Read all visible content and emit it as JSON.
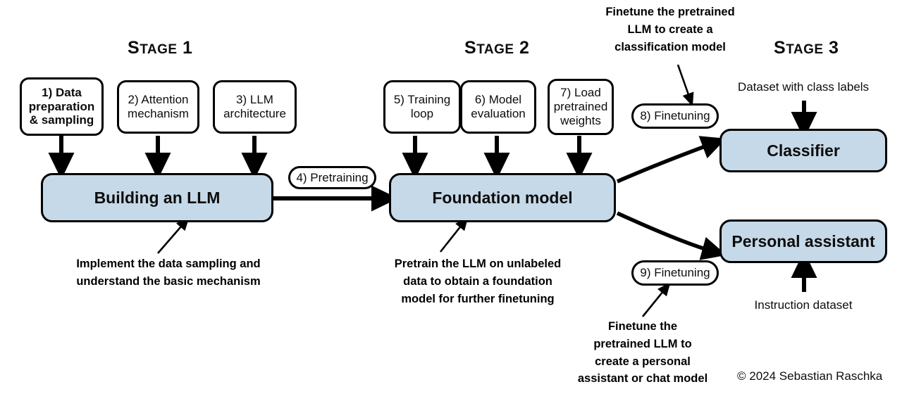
{
  "diagram": {
    "title": "Building an LLM — three stage roadmap",
    "colors": {
      "box_fill_blue": "#c6d9e8",
      "stroke": "#000000",
      "background": "#ffffff",
      "text": "#0d0d0d"
    },
    "stages": [
      {
        "id": "stage-1",
        "first": "S",
        "rest": "TAGE",
        "num": " 1",
        "label": "STAGE 1"
      },
      {
        "id": "stage-2",
        "first": "S",
        "rest": "TAGE",
        "num": " 2",
        "label": "STAGE 2"
      },
      {
        "id": "stage-3",
        "first": "S",
        "rest": "TAGE",
        "num": " 3",
        "label": "STAGE 3"
      }
    ],
    "step_boxes": [
      {
        "id": "step-1",
        "text": "1) Data\npreparation\n& sampling",
        "emphasis": true
      },
      {
        "id": "step-2",
        "text": "2) Attention\nmechanism",
        "emphasis": false
      },
      {
        "id": "step-3",
        "text": "3) LLM\narchitecture",
        "emphasis": false
      },
      {
        "id": "step-5",
        "text": "5) Training\nloop",
        "emphasis": false
      },
      {
        "id": "step-6",
        "text": "6) Model\nevaluation",
        "emphasis": false
      },
      {
        "id": "step-7",
        "text": "7) Load\npretrained\nweights",
        "emphasis": false
      }
    ],
    "pills": [
      {
        "id": "pill-4",
        "text": "4) Pretraining"
      },
      {
        "id": "pill-8",
        "text": "8) Finetuning"
      },
      {
        "id": "pill-9",
        "text": "9) Finetuning"
      }
    ],
    "main_boxes": [
      {
        "id": "building-an-llm",
        "text": "Building an LLM"
      },
      {
        "id": "foundation-model",
        "text": "Foundation model"
      },
      {
        "id": "classifier",
        "text": "Classifier"
      },
      {
        "id": "personal-assistant",
        "text": "Personal assistant"
      }
    ],
    "notes": [
      {
        "id": "note-stage1",
        "text": "Implement the data sampling and\nunderstand the basic mechanism"
      },
      {
        "id": "note-stage2",
        "text": "Pretrain the LLM on unlabeled\ndata to obtain a foundation\nmodel for further finetuning"
      },
      {
        "id": "note-classification",
        "text": "Finetune the pretrained\nLLM to create a\nclassification model"
      },
      {
        "id": "note-assistant",
        "text": "Finetune the\npretrained LLM to\ncreate a personal\nassistant or chat model"
      }
    ],
    "plain_labels": [
      {
        "id": "dataset-class-labels",
        "text": "Dataset with class labels"
      },
      {
        "id": "instruction-dataset",
        "text": "Instruction dataset"
      }
    ],
    "credit": {
      "text": "© 2024 Sebastian Raschka"
    }
  }
}
